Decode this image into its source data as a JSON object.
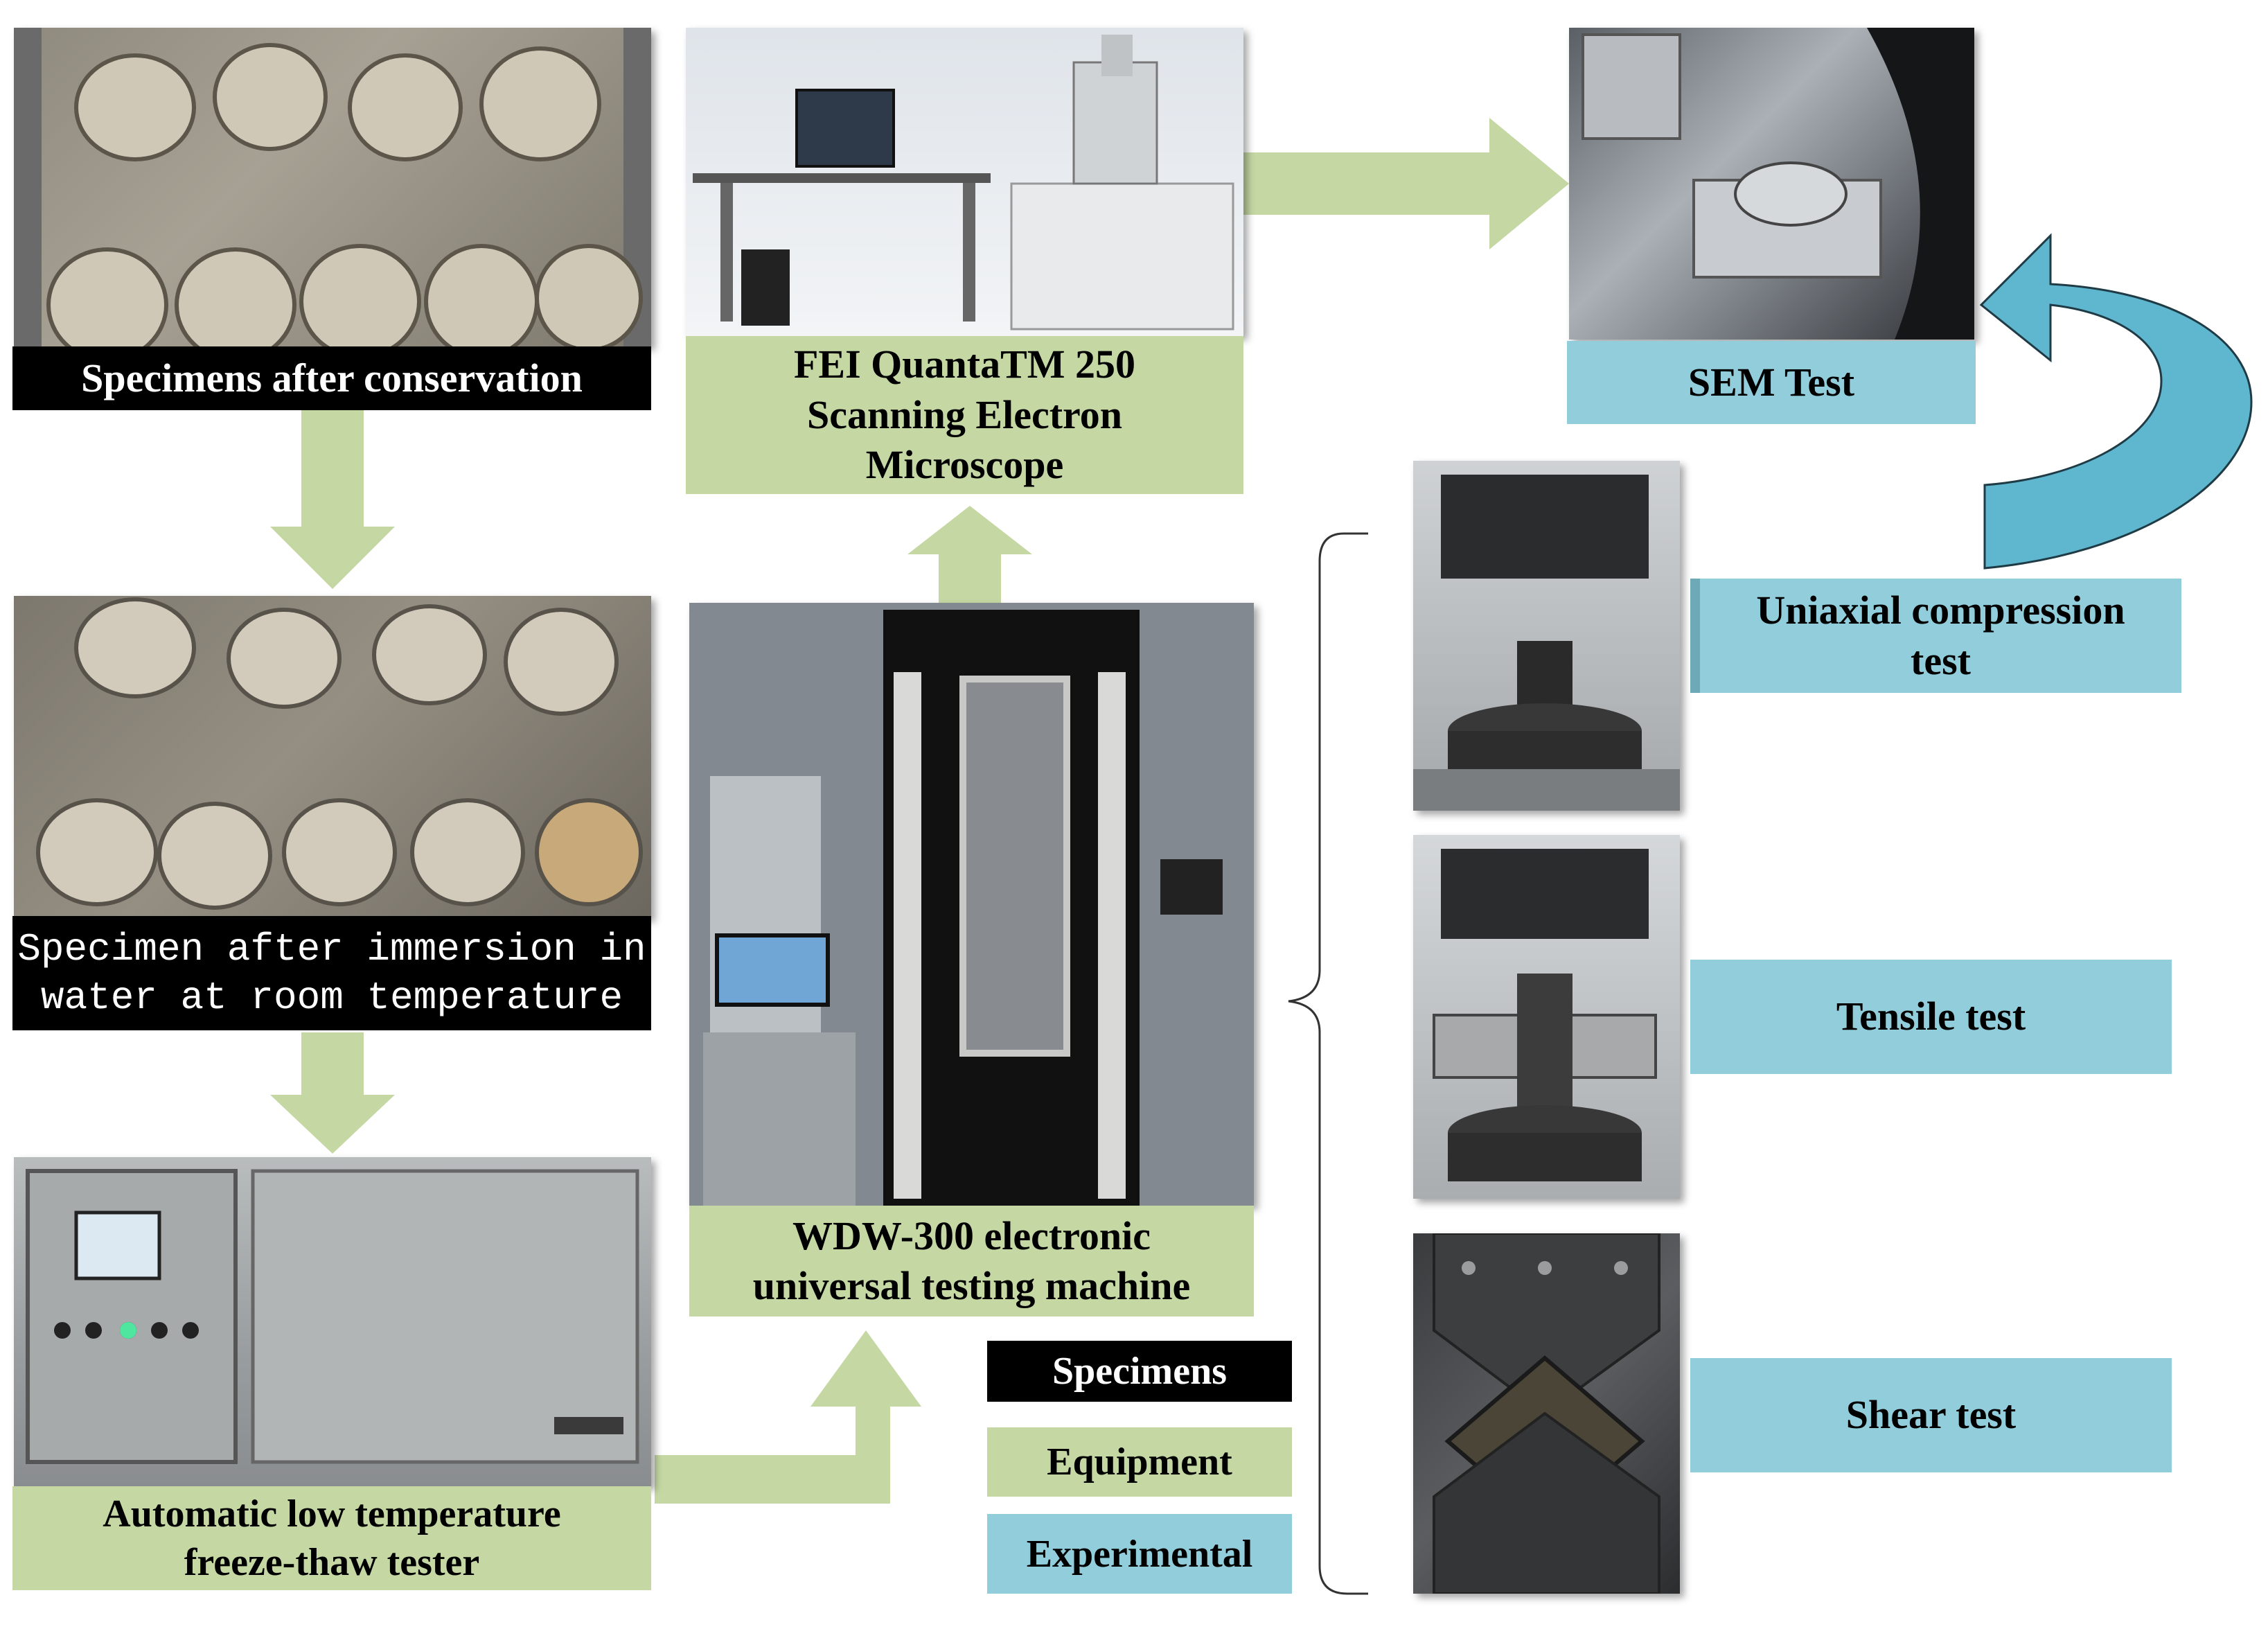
{
  "labels": {
    "specimens_after_conservation": "Specimens after conservation",
    "specimen_after_immersion": "Specimen after immersion in\nwater at room temperature",
    "freeze_thaw_tester": "Automatic low temperature\nfreeze-thaw tester",
    "sem_microscope": "FEI QuantaTM 250\nScanning Electron\nMicroscope",
    "wdw_machine": "WDW-300 electronic\nuniversal testing machine",
    "sem_test": "SEM Test",
    "uniaxial_test": "Uniaxial compression\ntest",
    "tensile_test": "Tensile test",
    "shear_test": "Shear test"
  },
  "legend": {
    "specimens": "Specimens",
    "equipment": "Equipment",
    "experimental": "Experimental"
  },
  "colors": {
    "specimens": "#000000",
    "equipment": "#c5d8a4",
    "experimental": "#92cddc",
    "arrow_green": "#c5d8a4",
    "curved_arrow": "#5fb7cf"
  },
  "photos": {
    "conservation": "specimens-tray-photo",
    "immersion": "immersed-specimens-photo",
    "freeze_thaw": "freeze-thaw-chamber-photo",
    "sem_machine": "sem-machine-photo",
    "wdw": "testing-machine-photo",
    "sem_chamber": "sem-chamber-photo",
    "uniaxial": "uniaxial-fixture-photo",
    "tensile": "tensile-fixture-photo",
    "shear": "shear-fixture-photo"
  }
}
